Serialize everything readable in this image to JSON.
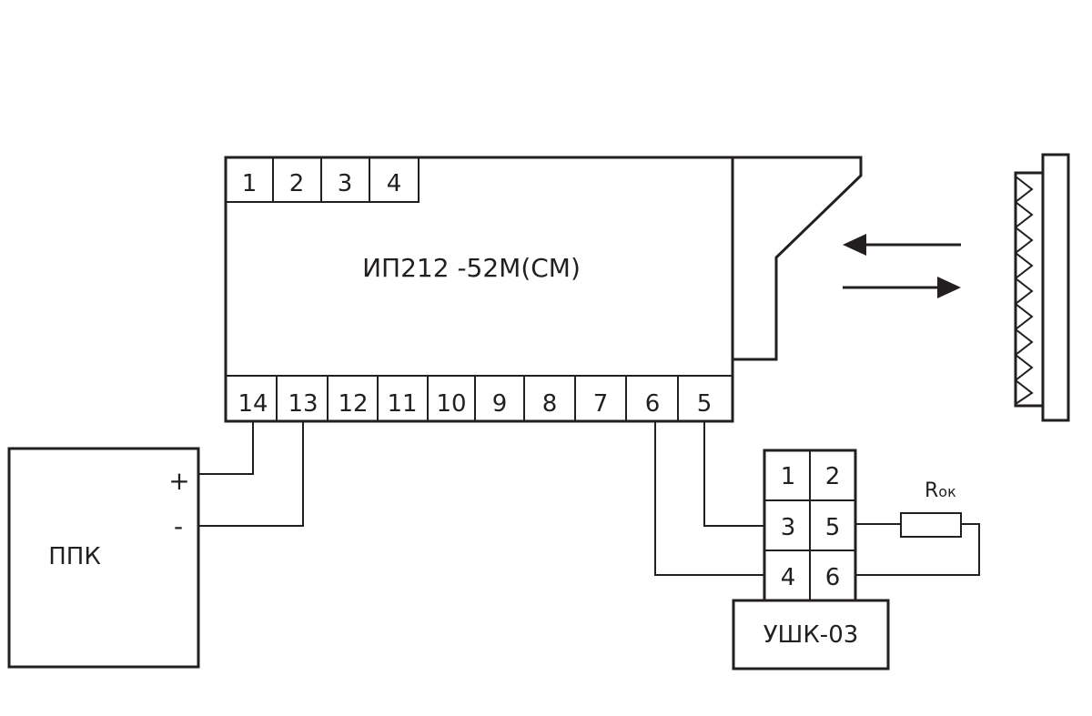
{
  "detector": {
    "title": "ИП212 -52М(СМ)",
    "top_terminals": [
      "1",
      "2",
      "3",
      "4"
    ],
    "bottom_terminals": [
      "14",
      "13",
      "12",
      "11",
      "10",
      "9",
      "8",
      "7",
      "6",
      "5"
    ]
  },
  "panel": {
    "label": "ППК",
    "plus": "+",
    "minus": "-"
  },
  "ushk": {
    "label": "УШК-03",
    "terminals": [
      "1",
      "2",
      "3",
      "5",
      "4",
      "6"
    ]
  },
  "resistor": {
    "label_main": "R",
    "label_sub": "ок"
  }
}
